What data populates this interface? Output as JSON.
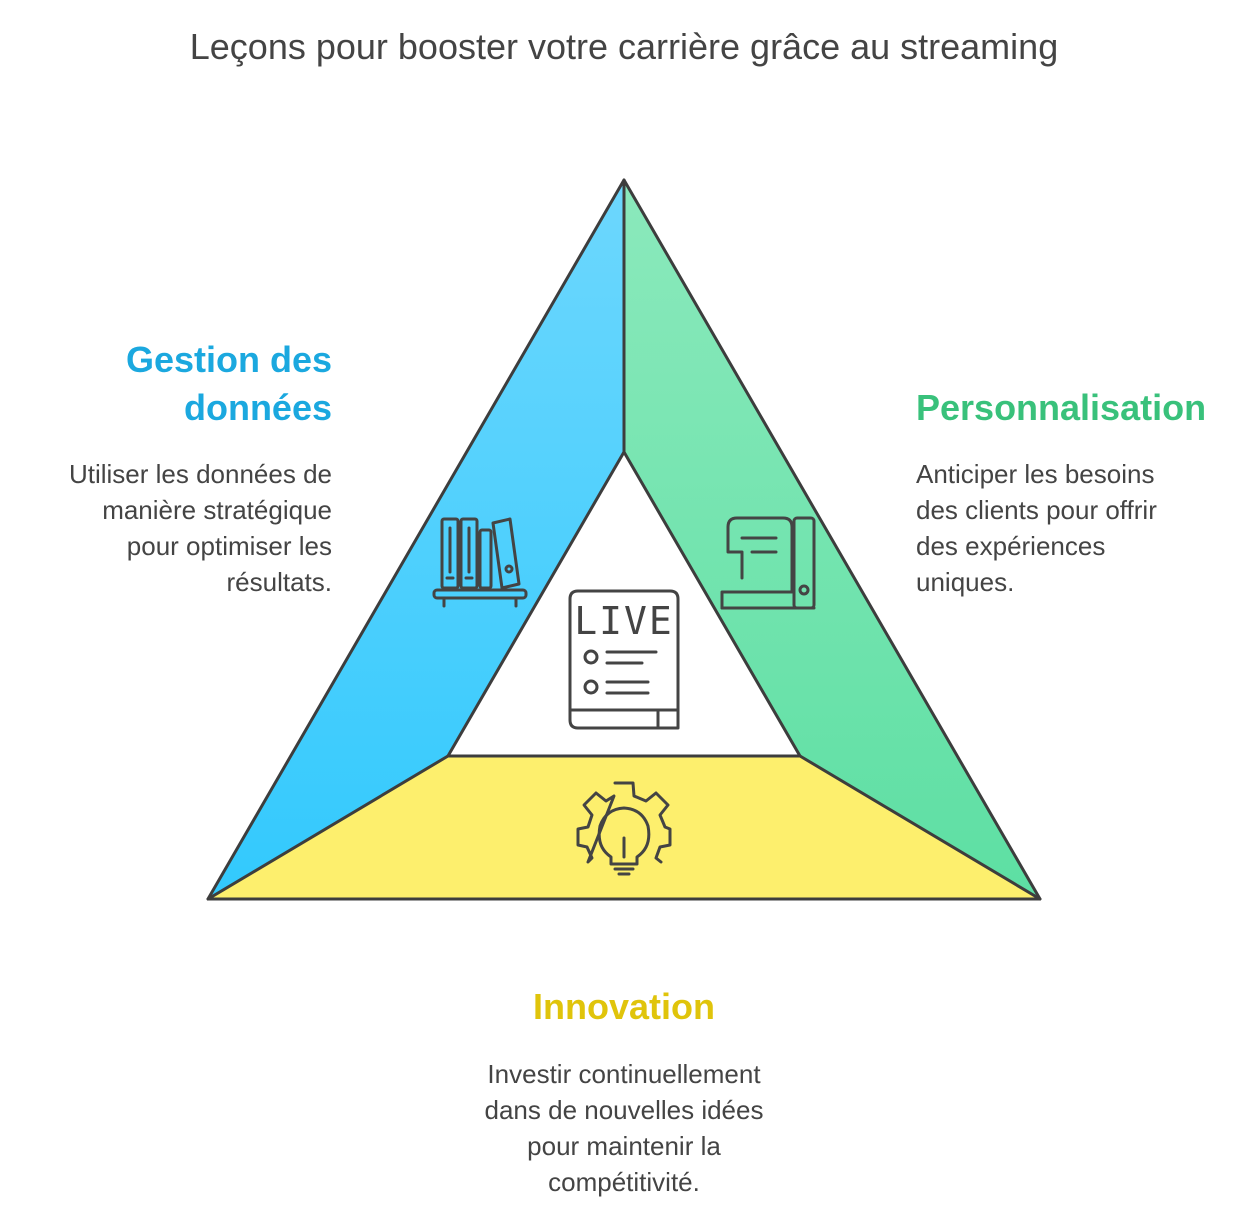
{
  "title": "Leçons pour booster votre carrière grâce au streaming",
  "center": {
    "icon": "live-document-icon",
    "label": "LIVE"
  },
  "sections": {
    "gestion": {
      "heading_lines": [
        "Gestion des",
        "données"
      ],
      "description_lines": [
        "Utiliser les données de",
        "manière stratégique",
        "pour optimiser les",
        "résultats."
      ],
      "color": "#1ba8df",
      "icon": "bookshelf-icon"
    },
    "personnalisation": {
      "heading_lines": [
        "Personnalisation"
      ],
      "description_lines": [
        "Anticiper les besoins",
        "des clients pour offrir",
        "des expériences",
        "uniques."
      ],
      "color": "#39c17b",
      "icon": "sewing-machine-icon"
    },
    "innovation": {
      "heading_lines": [
        "Innovation"
      ],
      "description_lines": [
        "Investir continuellement",
        "dans de nouvelles idées",
        "pour maintenir la",
        "compétitivité."
      ],
      "color": "#e0c40b",
      "icon": "lightbulb-gear-icon"
    }
  },
  "colors": {
    "blue_top": "#6dd7fd",
    "blue_bottom": "#32c9fd",
    "green_top": "#8be9bc",
    "green_bottom": "#5ddfa3",
    "yellow": "#fdef6d",
    "outline": "#3d3d3d"
  }
}
